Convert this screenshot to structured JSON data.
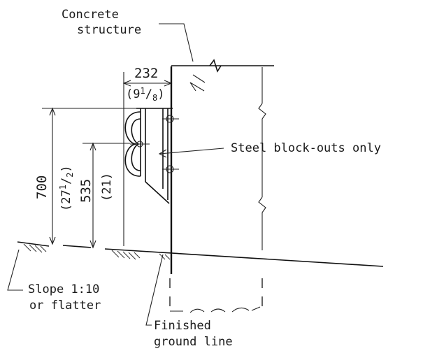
{
  "labels": {
    "concrete_line1": "Concrete",
    "concrete_line2": "structure",
    "width_mm": "232",
    "width_in_pre": "(9",
    "width_in_num": "1",
    "width_in_den": "8",
    "width_in_post": ")",
    "height_mm": "700",
    "height_in_pre": "(27",
    "height_in_num": "1",
    "height_in_den": "2",
    "height_in_post": ")",
    "rail_mm": "535",
    "rail_in": "(21)",
    "blockouts": "Steel block-outs only",
    "slope_line1": "Slope 1:10",
    "slope_line2": "or flatter",
    "ground_line1": "Finished",
    "ground_line2": "ground line"
  }
}
